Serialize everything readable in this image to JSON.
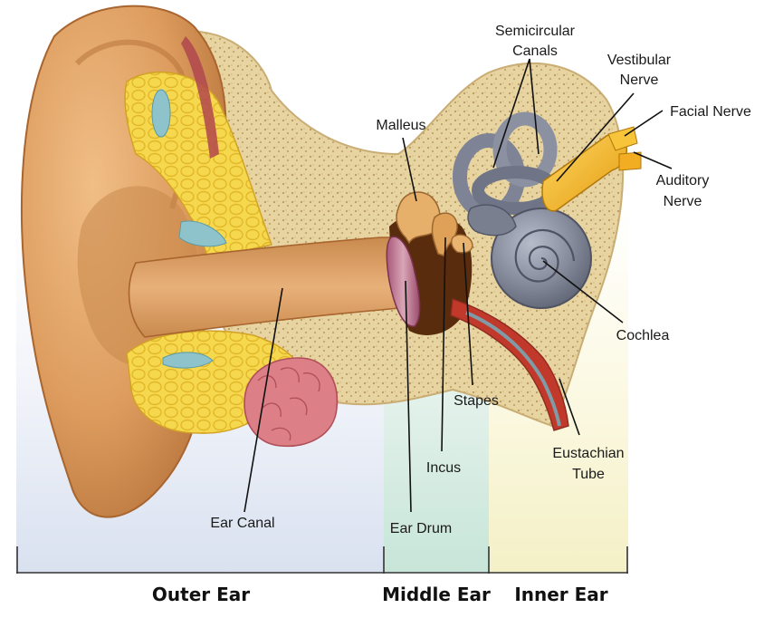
{
  "labels": {
    "semicircular_canals": [
      "Semicircular",
      "Canals"
    ],
    "vestibular_nerve": [
      "Vestibular",
      "Nerve"
    ],
    "facial_nerve": "Facial Nerve",
    "auditory_nerve": [
      "Auditory",
      "Nerve"
    ],
    "malleus": "Malleus",
    "cochlea": "Cochlea",
    "stapes": "Stapes",
    "eustachian_tube": [
      "Eustachian",
      "Tube"
    ],
    "incus": "Incus",
    "ear_canal": "Ear Canal",
    "ear_drum": "Ear Drum"
  },
  "regions": {
    "outer": "Outer Ear",
    "middle": "Middle Ear",
    "inner": "Inner Ear"
  },
  "colors": {
    "outer_bg": "#dfe6f3",
    "middle_bg": "#cfe8de",
    "inner_bg": "#f6f3d0",
    "skin": "#e0a66a",
    "bone": "#e9d6a4",
    "fat": "#f5d64f",
    "cochlea": "#7c8191",
    "nerve": "#f2b21c"
  }
}
